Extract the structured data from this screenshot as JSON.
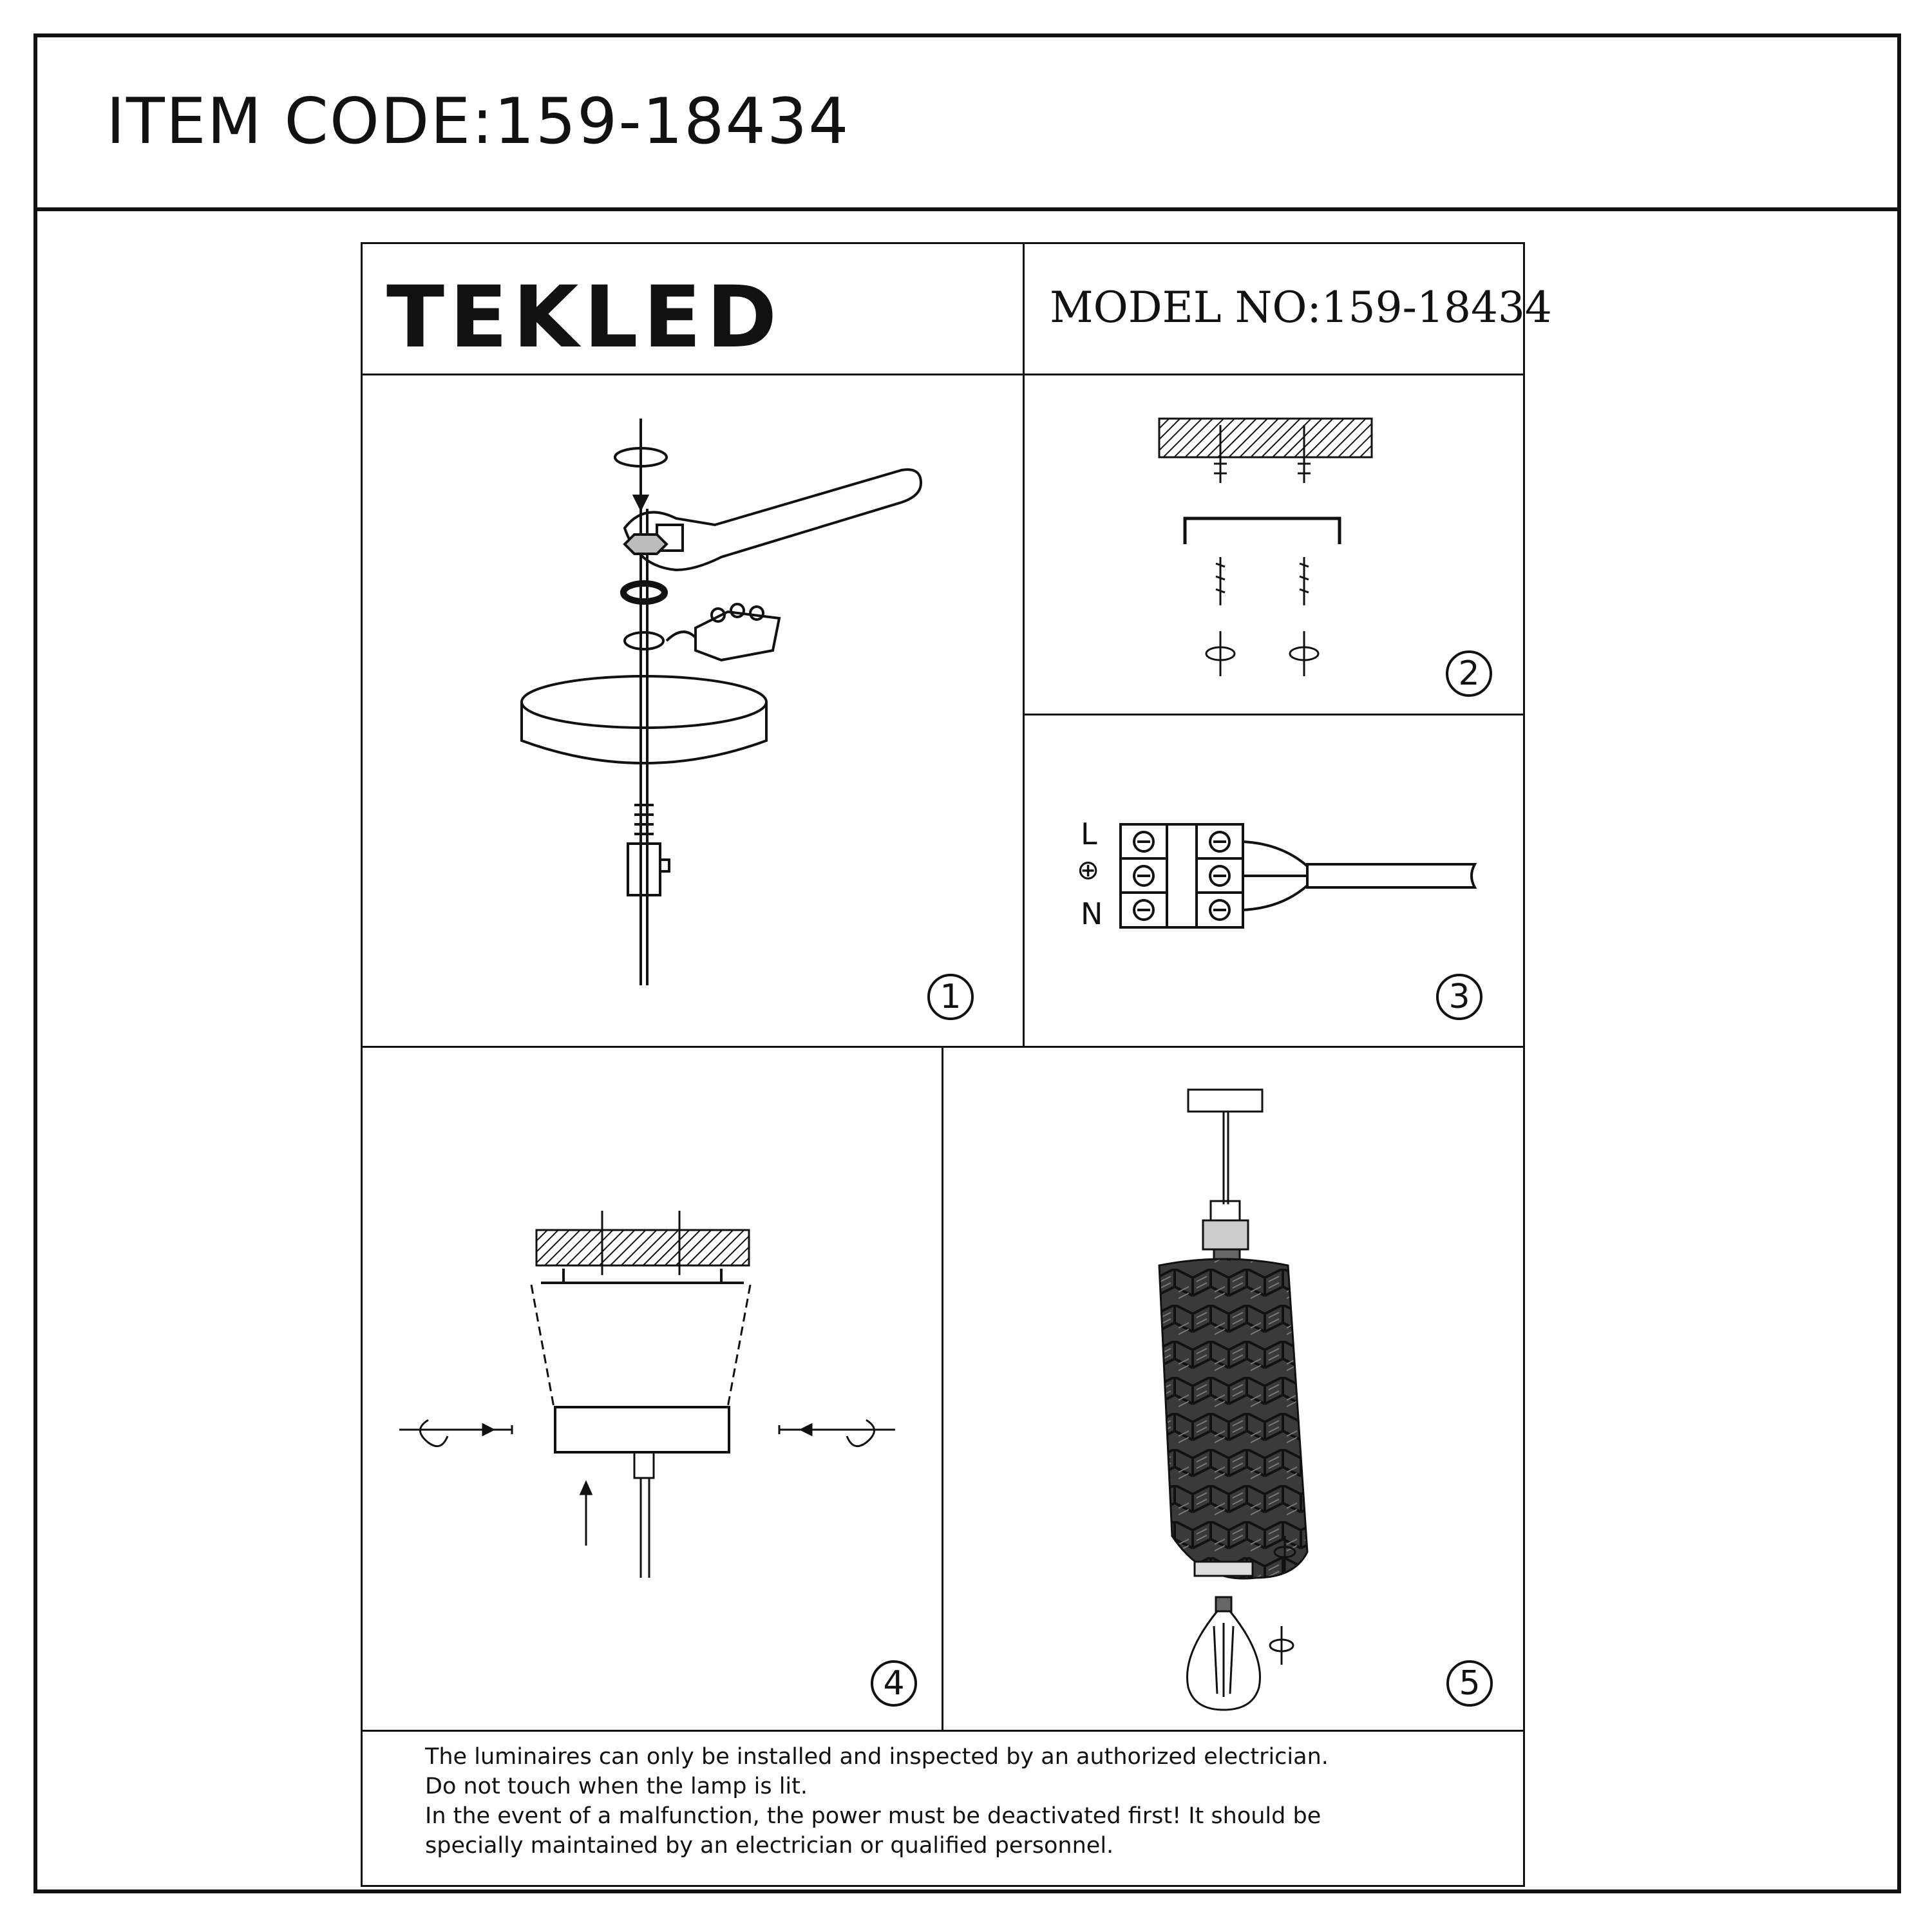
{
  "header": {
    "item_code": "ITEM CODE:159-18434"
  },
  "sheet": {
    "brand": "TEKLED",
    "model_no": "MODEL  NO:159-18434"
  },
  "steps": [
    {
      "number": "1",
      "icons": [
        "wrench-icon",
        "nut-icon",
        "washer-icon",
        "terminal-block-icon",
        "canopy-icon",
        "cord-grip-icon"
      ]
    },
    {
      "number": "2",
      "icons": [
        "ceiling-icon",
        "wall-plug-icon",
        "mounting-bracket-icon",
        "screw-icon",
        "rotate-arrow-icon"
      ]
    },
    {
      "number": "3",
      "labels": [
        "L",
        "N"
      ],
      "icons": [
        "earth-symbol-icon",
        "terminal-block-icon",
        "cable-icon"
      ]
    },
    {
      "number": "4",
      "icons": [
        "ceiling-icon",
        "canopy-icon",
        "side-screw-icon",
        "rotate-arrow-icon",
        "up-arrow-icon"
      ]
    },
    {
      "number": "5",
      "icons": [
        "canopy-icon",
        "lamp-holder-icon",
        "woven-shade-icon",
        "shade-ring-icon",
        "filament-bulb-icon",
        "rotate-arrow-icon"
      ]
    }
  ],
  "notes": [
    "The luminaires can only be installed and inspected by an authorized electrician.",
    "Do not touch when the lamp is lit.",
    "In the event of a malfunction, the power must be deactivated first!  It should be",
    "specially maintained by an electrician or qualified personnel."
  ]
}
